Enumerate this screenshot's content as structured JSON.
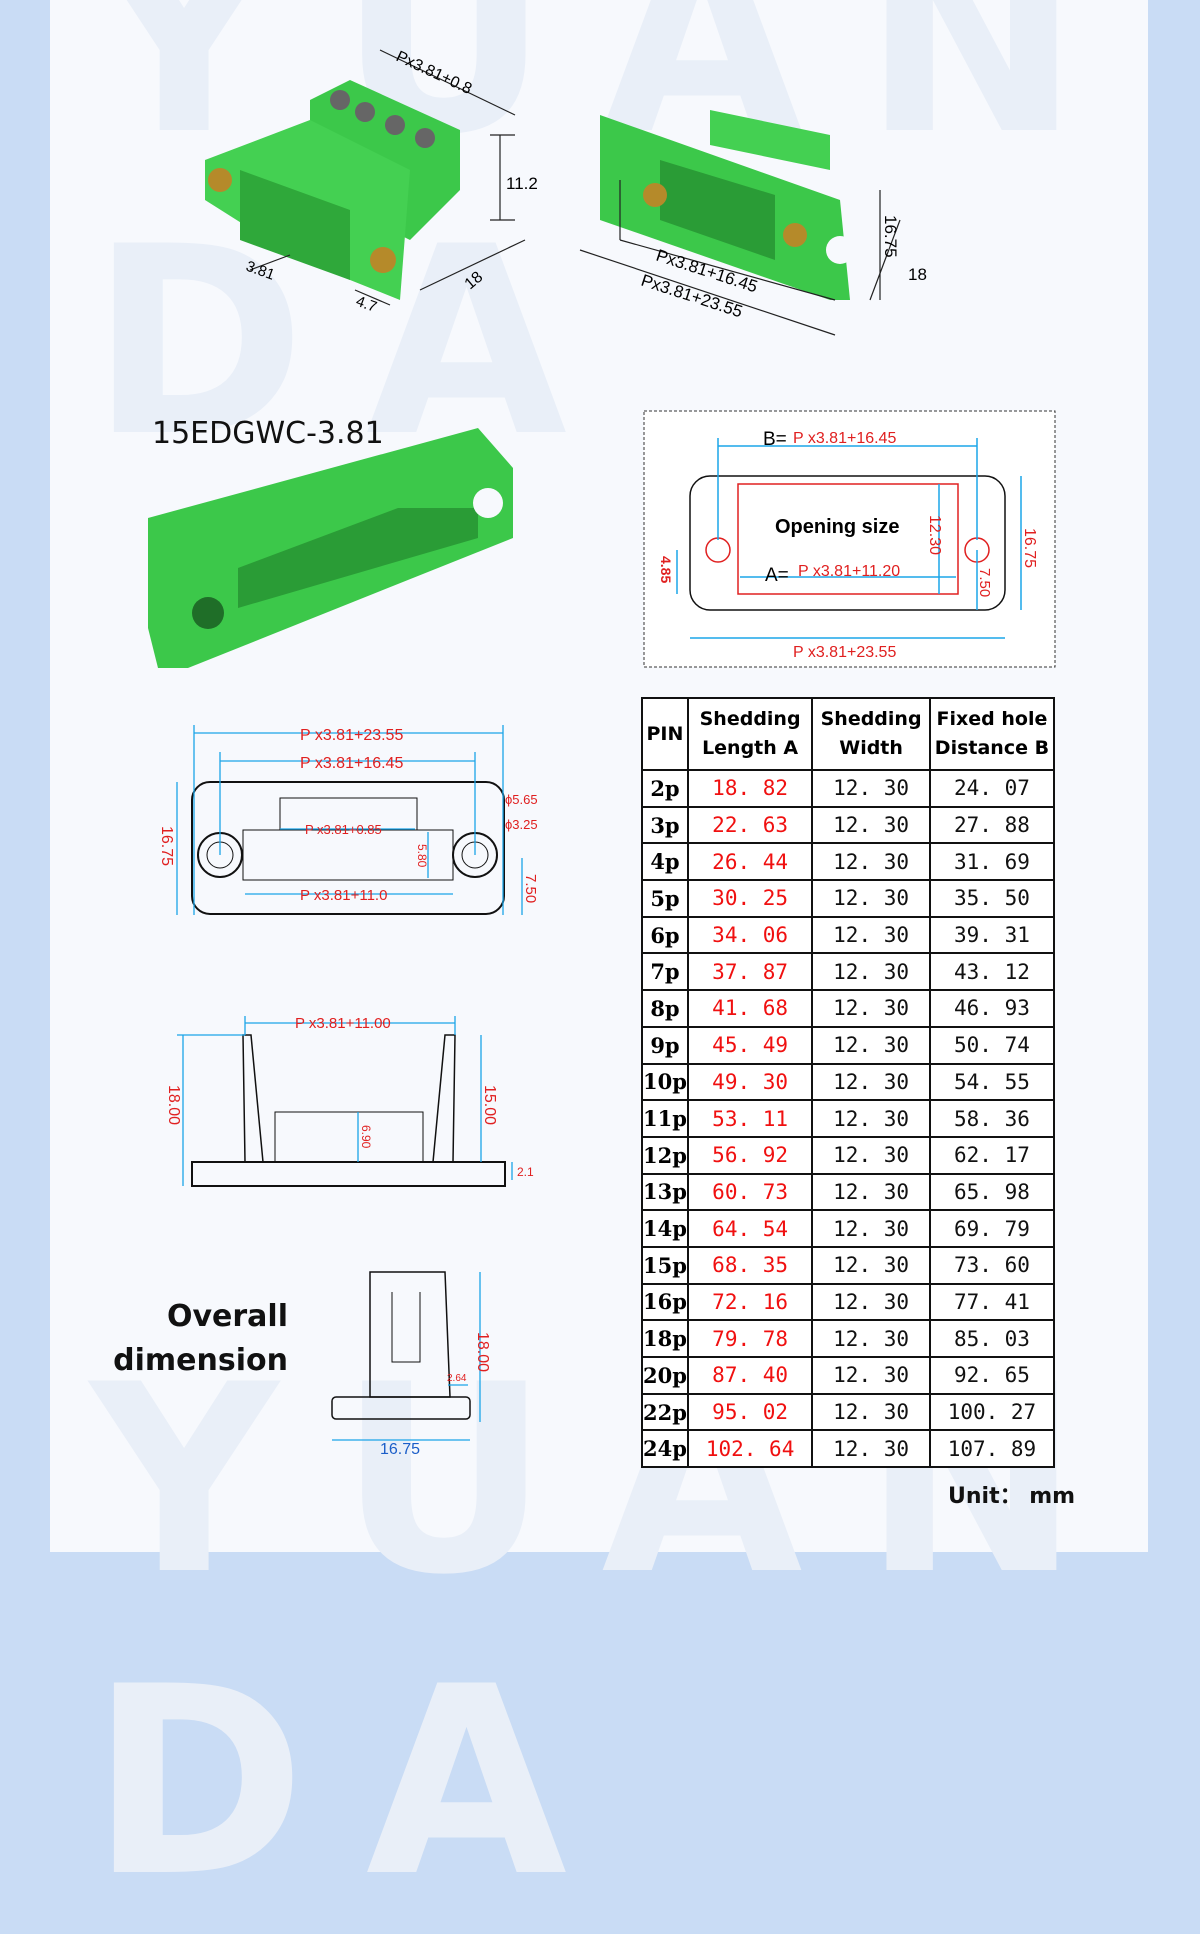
{
  "model": "15EDGWC-3.81",
  "overall_dimension": [
    "Overall",
    "dimension"
  ],
  "unit": "Unit： mm",
  "top_left_dims": {
    "pitch_plus": "Px3.81+0.8",
    "height": "11.2",
    "pitch": "3.81",
    "depth": "4.7",
    "length": "18"
  },
  "top_right_dims": {
    "inner": "Px3.81+16.45",
    "outer": "Px3.81+23.55",
    "height": "16.75",
    "depth": "18"
  },
  "opening": {
    "b": "B=",
    "b_val": "P x3.81+16.45",
    "title": "Opening size",
    "a": "A=",
    "a_val": "P x3.81+11.20",
    "h1": "12.30",
    "h2": "16.75",
    "h3": "7.50",
    "h4": "4.85",
    "total": "P x3.81+23.55"
  },
  "front_view": {
    "outer": "P x3.81+23.55",
    "inner": "P x3.81+16.45",
    "slot": "P x3.81+0.85",
    "bottom": "P x3.81+11.0",
    "height": "16.75",
    "d1": "ϕ5.65",
    "d2": "ϕ3.25",
    "slot_h": "5.80",
    "hole_h": "7.50"
  },
  "side_view": {
    "width": "P x3.81+11.00",
    "h_total": "18.00",
    "h_inner": "15.00",
    "h_body": "6.90",
    "base": "2.1"
  },
  "end_view": {
    "width": "16.75",
    "height": "18.00",
    "lip": "2.64"
  },
  "table": {
    "headers": [
      "PIN",
      "Shedding Length A",
      "Shedding Width",
      "Fixed hole Distance B"
    ],
    "rows": [
      [
        "2p",
        "18. 82",
        "12. 30",
        "24. 07"
      ],
      [
        "3p",
        "22. 63",
        "12. 30",
        "27. 88"
      ],
      [
        "4p",
        "26. 44",
        "12. 30",
        "31. 69"
      ],
      [
        "5p",
        "30. 25",
        "12. 30",
        "35. 50"
      ],
      [
        "6p",
        "34. 06",
        "12. 30",
        "39. 31"
      ],
      [
        "7p",
        "37. 87",
        "12. 30",
        "43. 12"
      ],
      [
        "8p",
        "41. 68",
        "12. 30",
        "46. 93"
      ],
      [
        "9p",
        "45. 49",
        "12. 30",
        "50. 74"
      ],
      [
        "10p",
        "49. 30",
        "12. 30",
        "54. 55"
      ],
      [
        "11p",
        "53. 11",
        "12. 30",
        "58. 36"
      ],
      [
        "12p",
        "56. 92",
        "12. 30",
        "62. 17"
      ],
      [
        "13p",
        "60. 73",
        "12. 30",
        "65. 98"
      ],
      [
        "14p",
        "64. 54",
        "12. 30",
        "69. 79"
      ],
      [
        "15p",
        "68. 35",
        "12. 30",
        "73. 60"
      ],
      [
        "16p",
        "72. 16",
        "12. 30",
        "77. 41"
      ],
      [
        "18p",
        "79. 78",
        "12. 30",
        "85. 03"
      ],
      [
        "20p",
        "87. 40",
        "12. 30",
        "92. 65"
      ],
      [
        "22p",
        "95. 02",
        "12. 30",
        "100. 27"
      ],
      [
        "24p",
        "102. 64",
        "12. 30",
        "107. 89"
      ]
    ]
  },
  "colors": {
    "dimension_line": "#1ba5e8",
    "dimension_text": "#f01010",
    "product_green": "#3cc84a"
  }
}
